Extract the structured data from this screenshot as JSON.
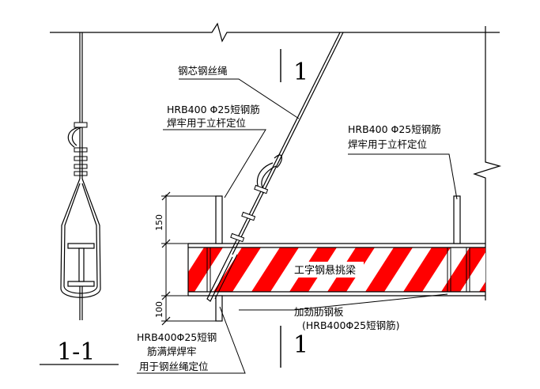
{
  "labels": {
    "wire_rope": "钢芯钢丝绳",
    "rebar_top_left_1": "HRB400 Φ25短钢筋",
    "rebar_top_left_2": "焊牢用于立杆定位",
    "rebar_top_right_1": "HRB400 Φ25短钢筋",
    "rebar_top_right_2": "焊牢用于立杆定位",
    "beam": "工字钢悬挑梁",
    "stiffener_1": "加劲肋钢板",
    "stiffener_2": "(HRB400Φ25短钢筋)",
    "rebar_bottom_1": "HRB400Φ25短钢",
    "rebar_bottom_2": "筋满焊焊牢",
    "rebar_bottom_3": "用于钢丝绳定位"
  },
  "section_marks": {
    "top": "1",
    "bottom": "1",
    "section_title": "1-1"
  },
  "dimensions": {
    "upper": "150",
    "lower": "100"
  },
  "colors": {
    "stripe": "#ff0000",
    "line": "#000000",
    "background": "#ffffff"
  }
}
